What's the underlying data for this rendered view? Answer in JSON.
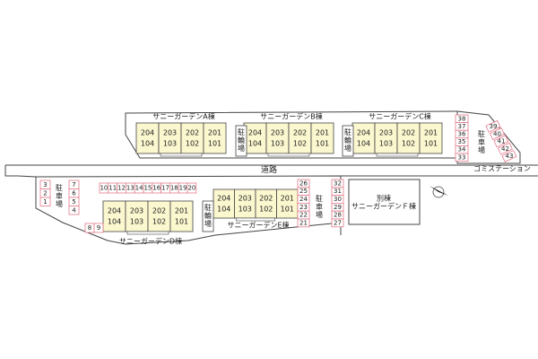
{
  "road_label": "道路",
  "garbage_label": "ゴミステーション",
  "parking_label": "駐車場",
  "bike_label": "駐輪場",
  "annex_label": "別棟",
  "annex_name": "サニーガーデンＦ棟",
  "colors": {
    "unit_fill": "#fbf7cf",
    "spot_stroke": "#e27a8a",
    "line": "#444444"
  },
  "buildings": [
    {
      "name": "サニーガーデンA棟",
      "upper": [
        "204",
        "203",
        "202",
        "201"
      ],
      "lower": [
        "104",
        "103",
        "102",
        "101"
      ]
    },
    {
      "name": "サニーガーデンB棟",
      "upper": [
        "204",
        "203",
        "202",
        "201"
      ],
      "lower": [
        "104",
        "103",
        "102",
        "101"
      ]
    },
    {
      "name": "サニーガーデンC棟",
      "upper": [
        "204",
        "203",
        "202",
        "201"
      ],
      "lower": [
        "104",
        "103",
        "102",
        "101"
      ]
    },
    {
      "name": "サニーガーデンD棟",
      "upper": [
        "204",
        "203",
        "202",
        "201"
      ],
      "lower": [
        "104",
        "103",
        "102",
        "101"
      ]
    },
    {
      "name": "サニーガーデンE棟",
      "upper": [
        "204",
        "203",
        "202",
        "201"
      ],
      "lower": [
        "104",
        "103",
        "102",
        "101"
      ]
    }
  ],
  "parking": {
    "right_column": [
      "38",
      "37",
      "36",
      "35",
      "34",
      "33"
    ],
    "diagonal": [
      "39",
      "40",
      "41",
      "42",
      "43"
    ],
    "left_col_a": [
      "3",
      "2",
      "1"
    ],
    "left_col_b": [
      "7",
      "6",
      "5",
      "4"
    ],
    "d_row": [
      "10",
      "11",
      "12",
      "13",
      "14",
      "15",
      "16",
      "17",
      "18",
      "19",
      "20"
    ],
    "d_bottom": [
      "8",
      "9"
    ],
    "e_col_a": [
      "26",
      "25",
      "24",
      "23",
      "22",
      "21"
    ],
    "e_col_b": [
      "32",
      "31",
      "30",
      "29",
      "28",
      "27"
    ]
  }
}
